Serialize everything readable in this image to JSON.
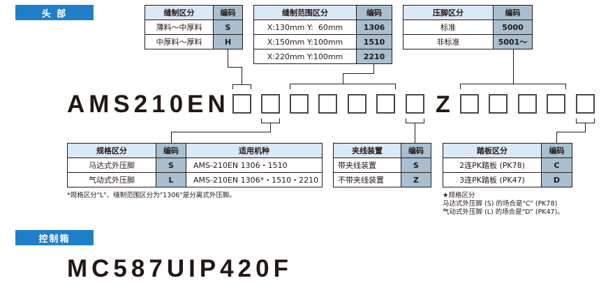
{
  "sections": {
    "head_label": "头 部",
    "control_label": "控制箱"
  },
  "head_model": {
    "prefix": "AMS210EN",
    "separator": "Z",
    "box_count_before_z": 7,
    "box_count_after_z": 5
  },
  "control_model": "MC587UIP420F",
  "tables": {
    "sewing_class": {
      "headers": [
        "缝制区分",
        "编码"
      ],
      "rows": [
        {
          "label": "薄料～中厚料",
          "code": "S"
        },
        {
          "label": "中厚料～厚料",
          "code": "H"
        }
      ]
    },
    "sewing_range": {
      "headers": [
        "缝制范围区分",
        "编码"
      ],
      "rows": [
        {
          "label": "X:130mm Y:  60mm",
          "code": "1306"
        },
        {
          "label": "X:150mm Y:100mm",
          "code": "1510"
        },
        {
          "label": "X:220mm Y:100mm",
          "code": "2210"
        }
      ]
    },
    "presser_foot": {
      "headers": [
        "压脚区分",
        "编码"
      ],
      "rows": [
        {
          "label": "标准",
          "code": "5000"
        },
        {
          "label": "非标准",
          "code": "5001～"
        }
      ]
    },
    "spec_class": {
      "headers": [
        "规格区分",
        "编码",
        "适用机种"
      ],
      "rows": [
        {
          "label": "马达式外压脚",
          "code": "S",
          "applicable": "AMS-210EN 1306・1510"
        },
        {
          "label": "气动式外压脚",
          "code": "L",
          "applicable": "AMS-210EN 1306*・1510・2210"
        }
      ],
      "footnote": "*规格区分\"L\"、缝制范围区分为\"1306\"是分离式外压脚。"
    },
    "thread_clamp": {
      "headers": [
        "夹线装置",
        "编码"
      ],
      "rows": [
        {
          "label": "带夹线装置",
          "code": "S"
        },
        {
          "label": "不带夹线装置",
          "code": "Z"
        }
      ]
    },
    "pedal": {
      "headers": [
        "踏板区分",
        "编码"
      ],
      "rows": [
        {
          "label": "2连PK踏板 (PK78)",
          "code": "C"
        },
        {
          "label": "3连PK踏板 (PK47)",
          "code": "D"
        }
      ],
      "notes": [
        "★规格区分",
        "马达式外压脚 (S) 的场合是\"C\" (PK78)",
        "气动式外压脚 (L) 的场合是\"D\" (PK47)。"
      ]
    }
  },
  "colors": {
    "banner": "#1f7fc8",
    "header_cell": "#dbe8f5",
    "code_cell": "#a9bfcf",
    "text": "#231815"
  }
}
